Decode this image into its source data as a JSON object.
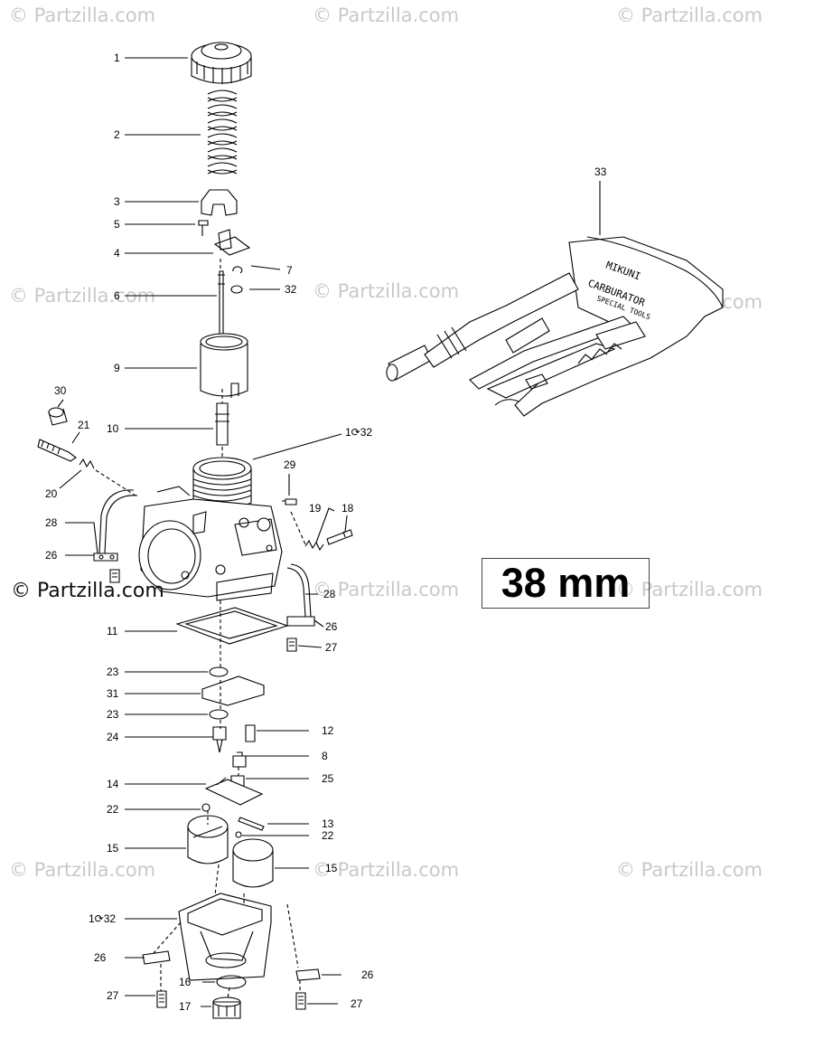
{
  "watermarks": [
    "© Partzilla.com",
    "© Partzilla.com",
    "© Partzilla.com",
    "© Partzilla.com",
    "© Partzilla.com",
    "© Partzilla.com",
    "© Partzilla.com",
    "© Partzilla.com",
    "© Partzilla.com"
  ],
  "watermark_main": "© Partzilla.com",
  "size_label": "38 mm",
  "callouts": {
    "c1": "1",
    "c2": "2",
    "c3": "3",
    "c5": "5",
    "c4": "4",
    "c7": "7",
    "c32a": "32",
    "c6": "6",
    "c9": "9",
    "c30": "30",
    "c21": "21",
    "c10": "10",
    "c1_32a": "1⟳32",
    "c29": "29",
    "c20": "20",
    "c19": "19",
    "c18": "18",
    "c28a": "28",
    "c26a": "26",
    "c28b": "28",
    "c26b": "26",
    "c11": "11",
    "c27a": "27",
    "c23a": "23",
    "c31": "31",
    "c23b": "23",
    "c12": "12",
    "c24": "24",
    "c8": "8",
    "c14": "14",
    "c25": "25",
    "c22a": "22",
    "c13": "13",
    "c22b": "22",
    "c15a": "15",
    "c15b": "15",
    "c1_32b": "1⟳32",
    "c26c": "26",
    "c26d": "26",
    "c16": "16",
    "c27b": "27",
    "c17": "17",
    "c27c": "27",
    "c33": "33"
  },
  "kit_text": {
    "brand": "MIKUNI",
    "line1": "CARBURATOR",
    "line2": "SPECIAL TOOLS"
  }
}
